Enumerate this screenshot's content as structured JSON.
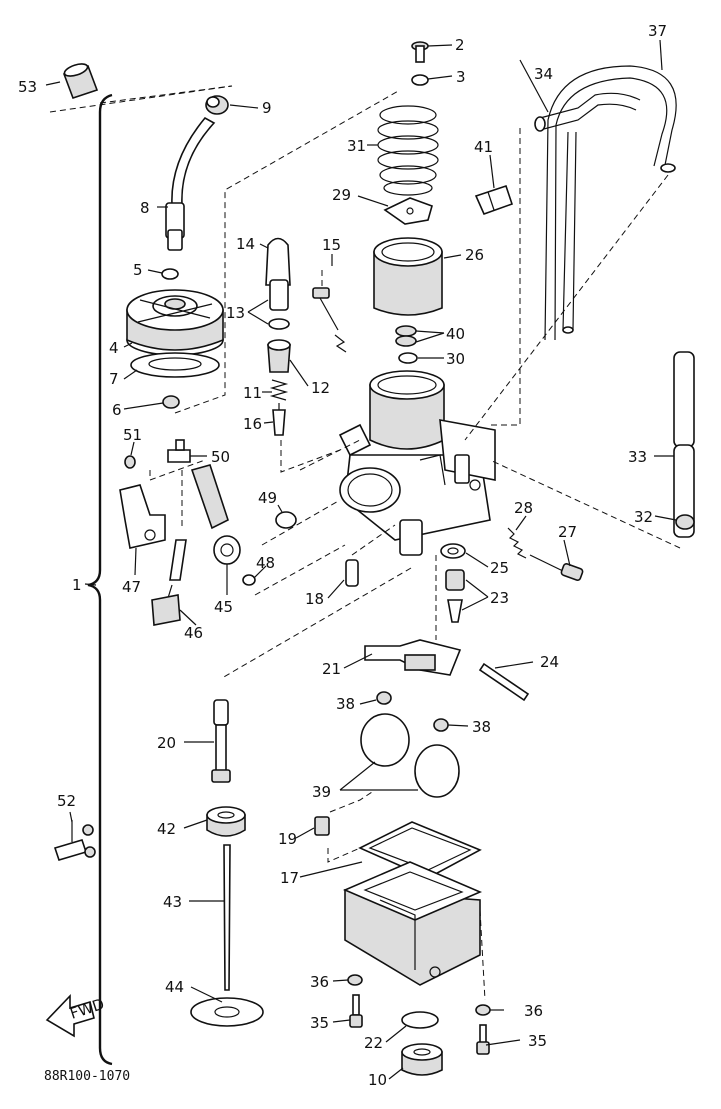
{
  "diagram_code": "88R100-1070",
  "arrow_label": "FWD",
  "parts": {
    "p1": "1",
    "p2": "2",
    "p3": "3",
    "p4": "4",
    "p5": "5",
    "p6": "6",
    "p7": "7",
    "p8": "8",
    "p9": "9",
    "p10": "10",
    "p11": "11",
    "p12": "12",
    "p13": "13",
    "p14": "14",
    "p15": "15",
    "p16": "16",
    "p17": "17",
    "p18": "18",
    "p19": "19",
    "p20": "20",
    "p21": "21",
    "p22": "22",
    "p23": "23",
    "p24": "24",
    "p25": "25",
    "p26": "26",
    "p27": "27",
    "p28": "28",
    "p29": "29",
    "p30": "30",
    "p31": "31",
    "p32": "32",
    "p33": "33",
    "p34": "34",
    "p35a": "35",
    "p35b": "35",
    "p36a": "36",
    "p36b": "36",
    "p37": "37",
    "p38a": "38",
    "p38b": "38",
    "p39": "39",
    "p40": "40",
    "p41": "41",
    "p42": "42",
    "p43": "43",
    "p44": "44",
    "p45": "45",
    "p46": "46",
    "p47": "47",
    "p48": "48",
    "p49": "49",
    "p50": "50",
    "p51": "51",
    "p52": "52",
    "p53": "53"
  }
}
